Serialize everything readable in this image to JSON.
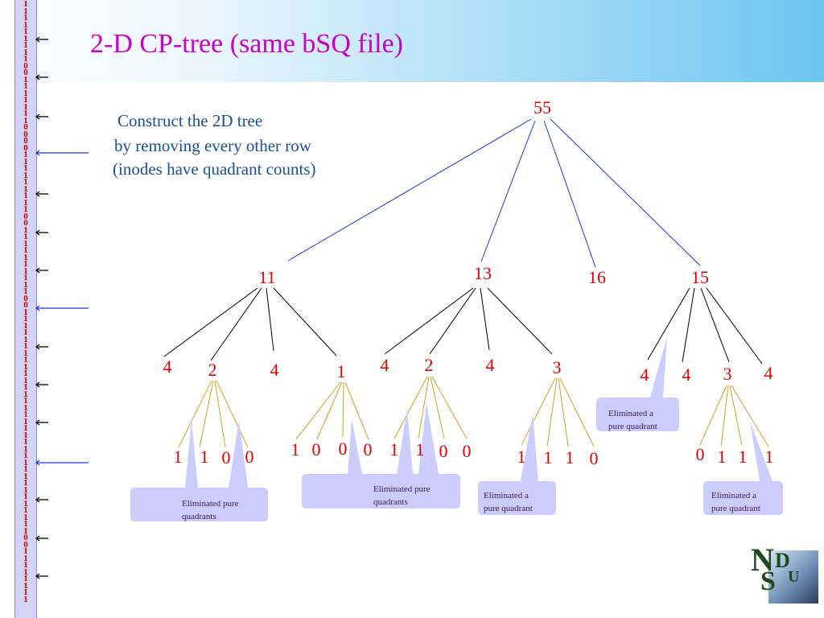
{
  "slide": {
    "title": "2-D  CP-tree (same bSQ file)",
    "description": [
      "Construct the 2D tree",
      " by removing every other row",
      "(inodes have quadrant counts)"
    ]
  },
  "bit_column": [
    "1",
    "1",
    "1",
    "1",
    "1",
    "1",
    "1",
    "1",
    "1",
    "0",
    "0",
    "1",
    "1",
    "1",
    "1",
    "1",
    "1",
    "1",
    "0",
    "0",
    "0",
    "0",
    "1",
    "1",
    "1",
    "1",
    "1",
    "1",
    "1",
    "1",
    "1",
    "0",
    "0",
    "1",
    "1",
    "1",
    "1",
    "1",
    "1",
    "1",
    "1",
    "1",
    "1",
    "0",
    "0",
    "1",
    "1",
    "1",
    "1",
    "1",
    "1",
    "1",
    "1",
    "1",
    "1",
    "1",
    "1",
    "1",
    "1",
    "1",
    "1",
    "1",
    "1",
    "1",
    "1",
    "1",
    "1",
    "1",
    "1",
    "1",
    "1",
    "1",
    "1",
    "1",
    "1",
    "1",
    "1",
    "1",
    "0",
    "0",
    "1",
    "1",
    "1",
    "1",
    "1",
    "1",
    "1",
    "1"
  ],
  "tree": {
    "root": "55",
    "level1": [
      "11",
      "13",
      "16",
      "15"
    ],
    "level2": [
      "4",
      "2",
      "4",
      "1",
      "4",
      "2",
      "4",
      "3",
      "4",
      "4",
      "3",
      "4"
    ],
    "leaves": [
      "1",
      "1",
      "0",
      "0",
      "1",
      "0",
      "0",
      "0",
      "1",
      "1",
      "0",
      "0",
      "1",
      "1",
      "1",
      "0",
      "0",
      "1",
      "1",
      "1"
    ]
  },
  "callouts": [
    {
      "text": "Eliminated  pure\nquadrants"
    },
    {
      "text": "Eliminated  pure\nquadrants"
    },
    {
      "text": "Eliminated a\npure quadrant"
    },
    {
      "text": "Eliminated a\npure quadrant"
    },
    {
      "text": "Eliminated a\npure quadrant"
    }
  ],
  "colors": {
    "title": "#cc00cc",
    "description": "#1a4f9c",
    "node_values": "#e00000",
    "root_edges": "#2233dd",
    "level1_edges": "#000000",
    "leaf_edges": "#d4a020",
    "callout_fill": "#ccccff",
    "row_arrow_blue": "#2233dd"
  },
  "logo": {
    "letters": [
      "N",
      "D",
      "S",
      "U"
    ]
  }
}
